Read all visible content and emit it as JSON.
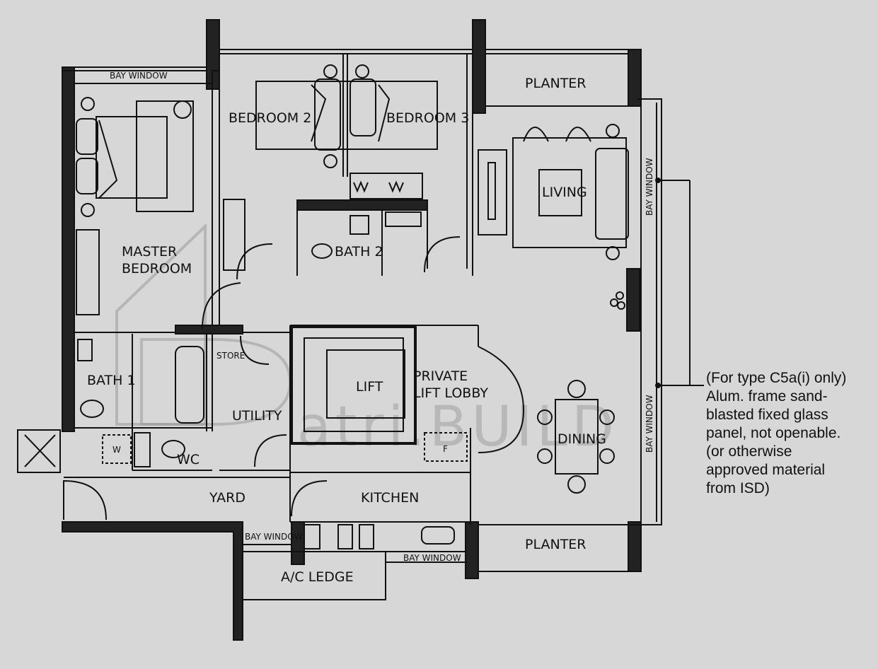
{
  "rooms": {
    "bay_window_top": "BAY WINDOW",
    "bedroom2": "BEDROOM 2",
    "bedroom3": "BEDROOM 3",
    "planter_top": "PLANTER",
    "living": "LIVING",
    "bay_window_right_top": "BAY WINDOW",
    "master_line1": "MASTER",
    "master_line2": "BEDROOM",
    "bath2": "BATH 2",
    "store": "STORE",
    "bath1": "BATH 1",
    "lift": "LIFT",
    "private_line1": "PRIVATE",
    "private_line2": "LIFT LOBBY",
    "utility": "UTILITY",
    "dining": "DINING",
    "bay_window_right_bottom": "BAY WINDOW",
    "w": "W",
    "wc": "WC",
    "f": "F",
    "yard": "YARD",
    "kitchen": "KITCHEN",
    "bay_window_kitchen": "BAY WINDOW",
    "bay_window_bottom": "BAY WINDOW",
    "planter_bottom": "PLANTER",
    "ac_ledge": "A/C LEDGE"
  },
  "note": {
    "line1": "(For type C5a(i) only)",
    "line2": "Alum. frame sand-",
    "line3": "blasted fixed glass",
    "line4": "panel, not openable.",
    "line5": "(or otherwise",
    "line6": "approved material",
    "line7": "from ISD)"
  },
  "watermark": {
    "text": "atri.BUILD"
  }
}
